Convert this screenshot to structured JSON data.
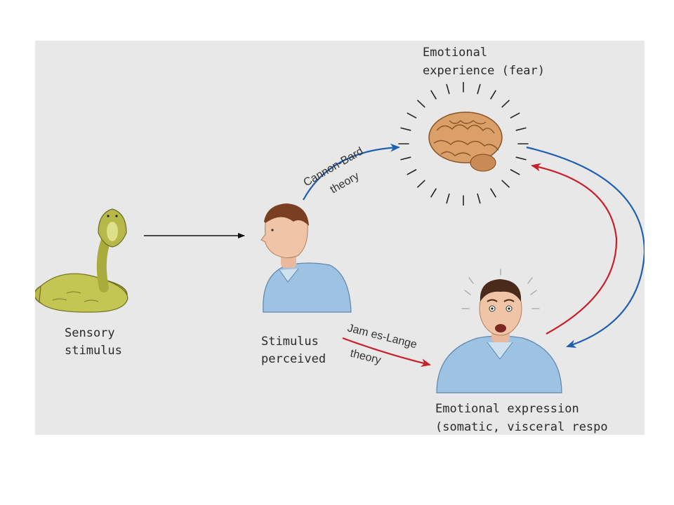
{
  "nodes": {
    "stimulus": {
      "line1": "Sensory",
      "line2": "stimulus"
    },
    "perceived": {
      "line1": "Stimulus",
      "line2": "perceived"
    },
    "experience": {
      "line1": "Emotional",
      "line2": "experience (fear)"
    },
    "expression": {
      "line1": "Emotional expression",
      "line2": "(somatic, visceral respo"
    }
  },
  "theories": {
    "cannon_bard": {
      "line1": "Cannon-Bard",
      "line2": "theory",
      "color": "#1f5fb0"
    },
    "james_lange": {
      "line1": "Jam es-Lange",
      "line2": "theory",
      "color": "#c8202a"
    }
  },
  "icons": {
    "snake": "cobra-icon",
    "observer": "man-profile-icon",
    "brain": "brain-icon",
    "frightened": "frightened-man-icon"
  }
}
